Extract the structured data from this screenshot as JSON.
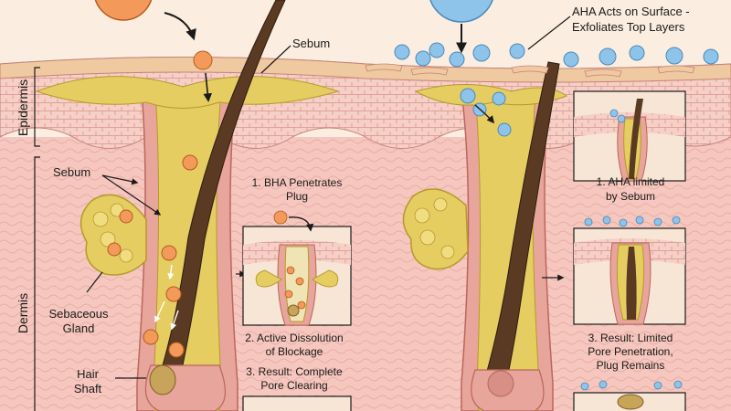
{
  "layers": {
    "epidermis": "Epidermis",
    "dermis": "Dermis"
  },
  "left": {
    "sebum_top": "Sebum",
    "sebum_side": "Sebum",
    "sebaceous_line1": "Sebaceous",
    "sebaceous_line2": "Gland",
    "hair_line1": "Hair",
    "hair_line2": "Shaft",
    "step1_line1": "1. BHA Penetrates",
    "step1_line2": "Plug",
    "step2_line1": "2. Active Dissolution",
    "step2_line2": "of Blockage",
    "step3_line1": "3. Result: Complete",
    "step3_line2": "Pore Clearing"
  },
  "right": {
    "surface_line1": "AHA Acts on Surface -",
    "surface_line2": "Exfoliates Top Layers",
    "step1_line1": "1. AHA limited",
    "step1_line2": "by Sebum",
    "step3_line1": "3. Result: Limited",
    "step3_line2": "Pore Penetration,",
    "step3_line3": "Plug Remains"
  },
  "colors": {
    "bha_molecule": "#f39a5b",
    "aha_molecule": "#8ec3ea",
    "sebum": "#e6cd62",
    "skin_pink": "#f2b9b0",
    "hair": "#5a3a22"
  }
}
